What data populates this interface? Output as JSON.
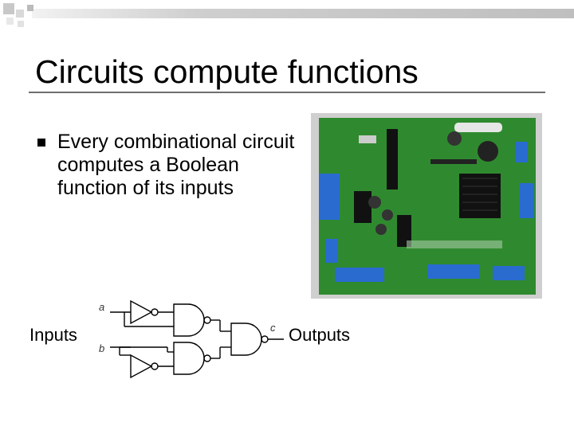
{
  "slide": {
    "title": "Circuits compute functions",
    "bullets": [
      {
        "text": "Every combinational circuit computes a Boolean function of its inputs"
      }
    ]
  },
  "diagram": {
    "input_label": "Inputs",
    "output_label": "Outputs",
    "signals": {
      "a": "a",
      "b": "b",
      "c": "c"
    }
  },
  "colors": {
    "title_rule": "#6f6f6f",
    "pcb_green": "#2f8a2f",
    "corner_squares": "#b9b9b9"
  }
}
